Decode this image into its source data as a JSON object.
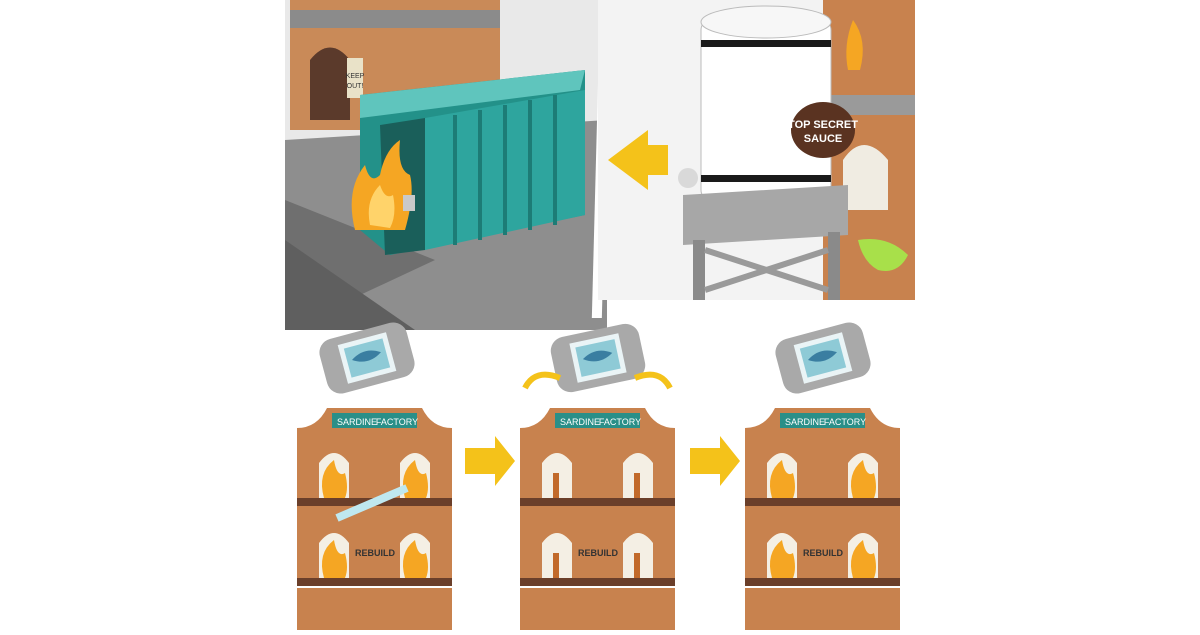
{
  "scene": {
    "warning_sign": [
      "KEEP",
      "OUT!"
    ],
    "water_tower_label": [
      "TOP SECRET",
      "SAUCE"
    ],
    "building_sign": [
      "SARDINE",
      "FACTORY"
    ],
    "wall_tag": "REBUILD",
    "steps": [
      {
        "state": "fire"
      },
      {
        "state": "extinguished"
      },
      {
        "state": "fire"
      }
    ]
  },
  "colors": {
    "brick": "#c8824e",
    "brick_dark": "#8a4a2a",
    "container": "#2ea59e",
    "arrow": "#f4c21a",
    "fire": "#f5a623",
    "sign": "#2a8f88",
    "base_gray": "#7a7a7a"
  }
}
